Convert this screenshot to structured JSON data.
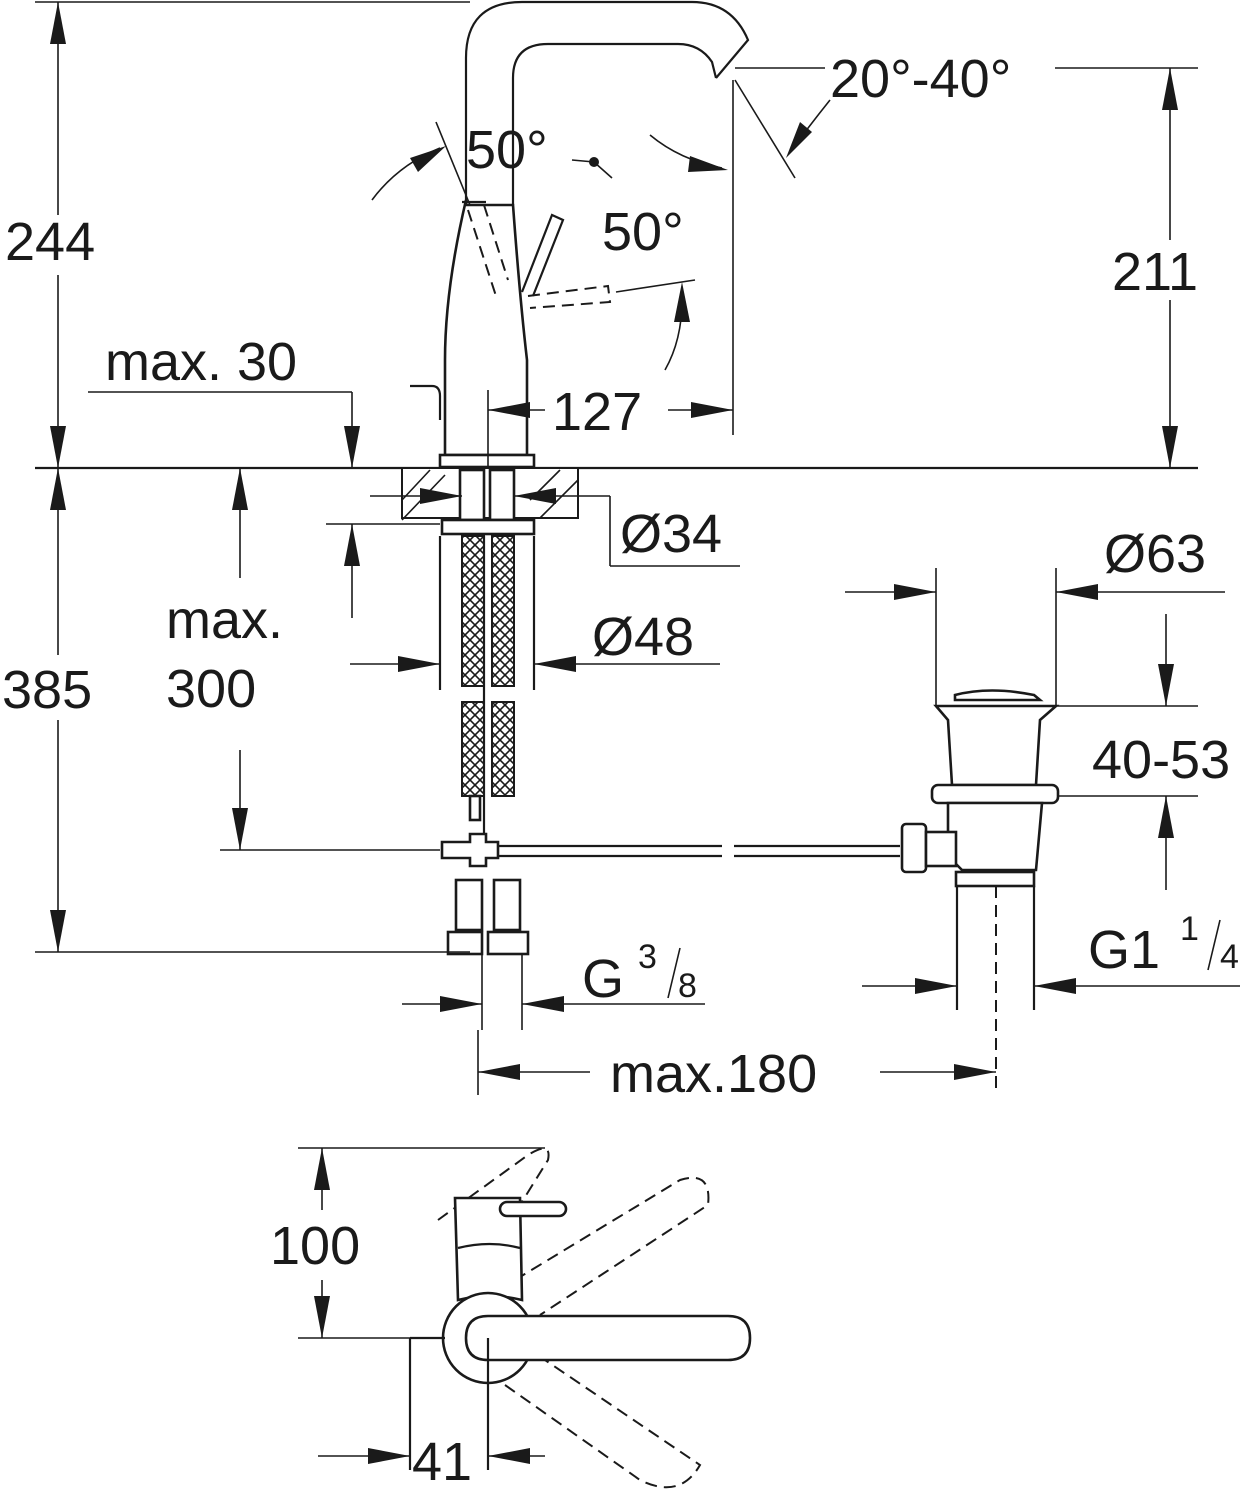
{
  "drawing": {
    "dimensions": {
      "overall_height_above_deck": "244",
      "spout_height": "211",
      "spout_angle": "20°-40°",
      "lever_angle_rear": "50°",
      "lever_angle_front": "50°",
      "deck_thickness": "max. 30",
      "spout_reach": "127",
      "body_base_diameter": "Ø34",
      "hose_bundle_diameter": "Ø48",
      "below_deck_height": "385",
      "hose_length_line1": "max.",
      "hose_length_line2": "300",
      "waste_diameter": "Ø63",
      "waste_adjust_range": "40-53",
      "supply_connection": "G",
      "supply_thread_num": "3",
      "supply_thread_den": "8",
      "waste_connection": "G1",
      "waste_thread_num": "1",
      "waste_thread_den": "4",
      "pop_up_rod_max": "max.180",
      "plan_depth": "100",
      "plan_offset": "41"
    }
  }
}
